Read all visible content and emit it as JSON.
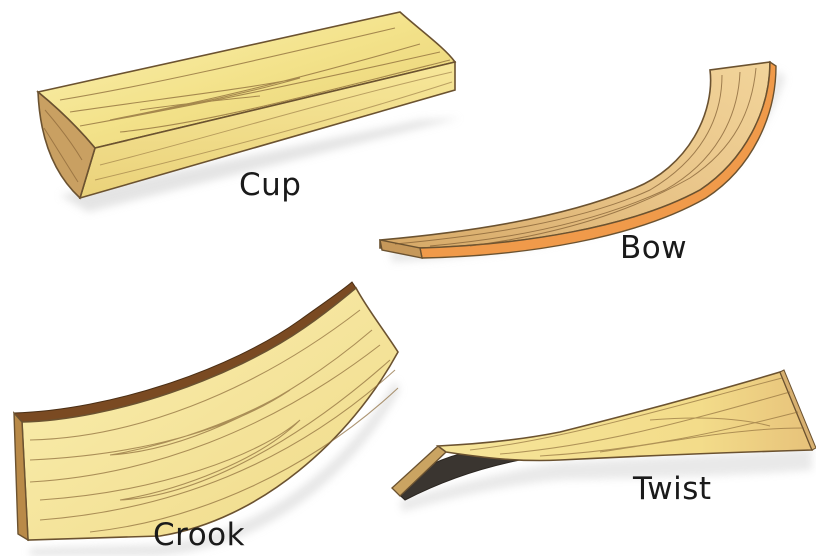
{
  "labels": {
    "cup": "Cup",
    "bow": "Bow",
    "crook": "Crook",
    "twist": "Twist"
  },
  "colors": {
    "wood_face": "#f4e48e",
    "wood_face_light": "#fbf0b0",
    "wood_shade": "#e7cd78",
    "grain": "#8c6b3a",
    "end_grain": "#c8a060",
    "bow_face": "#e2b878",
    "bow_edge": "#f09a4a",
    "crook_edge": "#7a4a22",
    "twist_dark": "#3a3530",
    "shadow": "#c9c9c9"
  },
  "icons": {
    "cup": "cupped-board-illustration",
    "bow": "bowed-board-illustration",
    "crook": "crooked-board-illustration",
    "twist": "twisted-board-illustration"
  }
}
